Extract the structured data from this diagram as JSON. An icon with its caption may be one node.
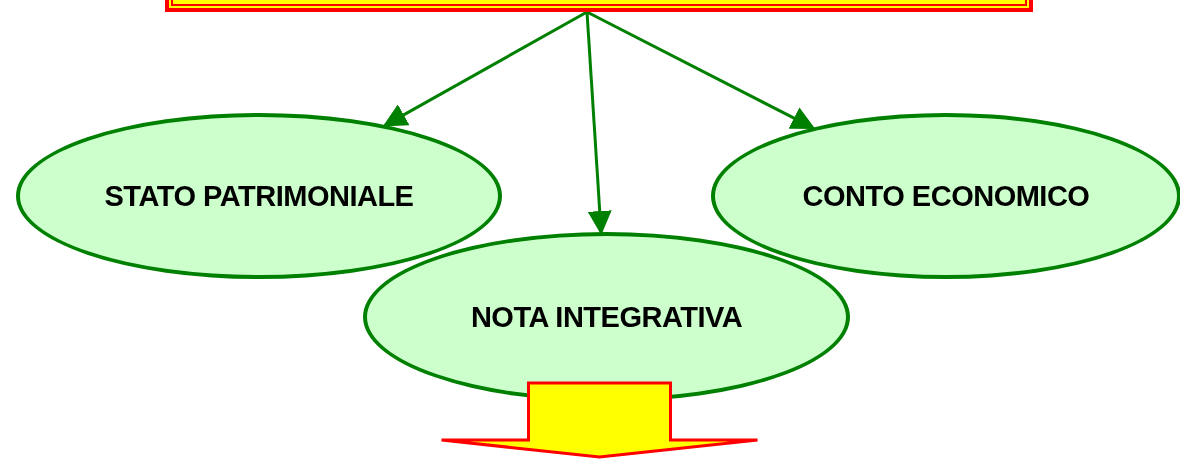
{
  "diagram": {
    "nodes": [
      {
        "text": [],
        "shape": "box"
      },
      {
        "text": [
          "STATO PATRIMONIALE"
        ]
      },
      {
        "text": [
          "CONTO ECONOMICO"
        ]
      },
      {
        "text": [
          "NOTA INTEGRATIVA"
        ]
      }
    ],
    "edges": [
      {
        "from": 0,
        "to": 1,
        "arrow": "to"
      },
      {
        "from": 0,
        "to": 3,
        "arrow": "to"
      },
      {
        "from": 0,
        "to": 2,
        "arrow": "to"
      },
      {
        "from": 3,
        "to": null,
        "arrow": "to",
        "style": "thick",
        "color": "#ffff00"
      }
    ]
  }
}
